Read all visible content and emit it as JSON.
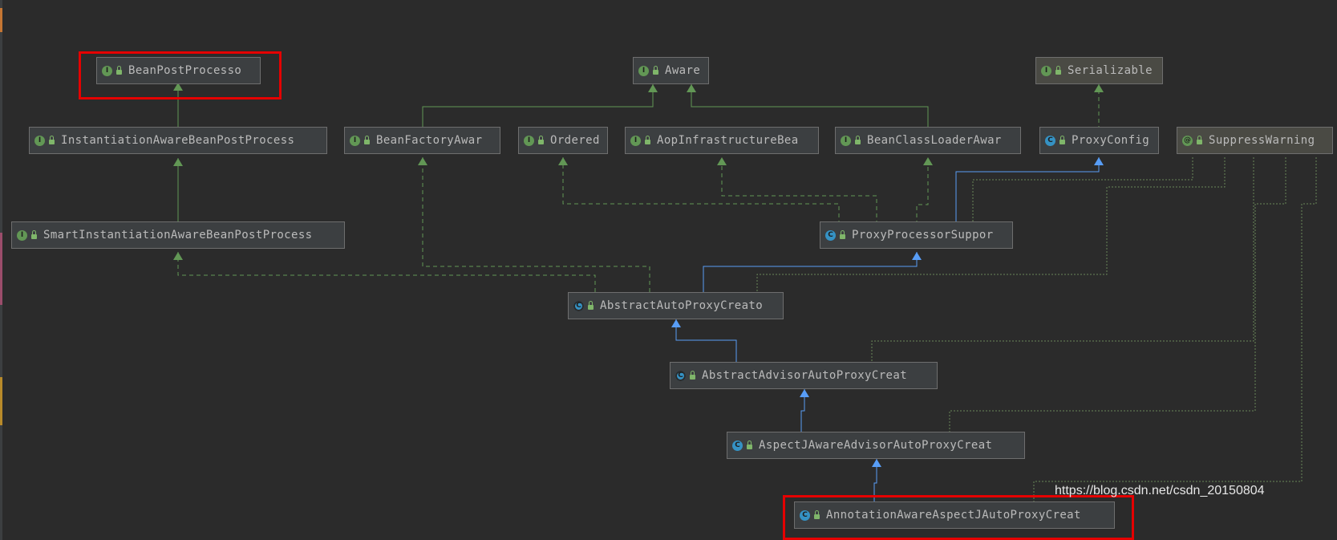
{
  "nodes": {
    "bean_post_processor": {
      "label": "BeanPostProcesso",
      "kind": "I"
    },
    "aware": {
      "label": "Aware",
      "kind": "I"
    },
    "serializable": {
      "label": "Serializable",
      "kind": "I"
    },
    "instantiation_aware": {
      "label": "InstantiationAwareBeanPostProcess",
      "kind": "I"
    },
    "bean_factory_aware": {
      "label": "BeanFactoryAwar",
      "kind": "I"
    },
    "ordered": {
      "label": "Ordered",
      "kind": "I"
    },
    "aop_infrastructure": {
      "label": "AopInfrastructureBea",
      "kind": "I"
    },
    "bean_class_loader_aware": {
      "label": "BeanClassLoaderAwar",
      "kind": "I"
    },
    "proxy_config": {
      "label": "ProxyConfig",
      "kind": "C"
    },
    "suppress_warnings": {
      "label": "SuppressWarning",
      "kind": "@"
    },
    "smart_instantiation_aware": {
      "label": "SmartInstantiationAwareBeanPostProcess",
      "kind": "I"
    },
    "proxy_processor_support": {
      "label": "ProxyProcessorSuppor",
      "kind": "C"
    },
    "abstract_auto_proxy_creator": {
      "label": "AbstractAutoProxyCreato",
      "kind": "C"
    },
    "abstract_advisor_auto_proxy_creator": {
      "label": "AbstractAdvisorAutoProxyCreat",
      "kind": "C"
    },
    "aspectj_aware_advisor_auto_proxy_creator": {
      "label": "AspectJAwareAdvisorAutoProxyCreat",
      "kind": "C"
    },
    "annotation_aware_aspectj_auto_proxy_creator": {
      "label": "AnnotationAwareAspectJAutoProxyCreat",
      "kind": "C"
    }
  },
  "watermark": "https://blog.csdn.net/csdn_20150804",
  "colors": {
    "background": "#2b2b2b",
    "node_fill": "#3c3f41",
    "extends_arrow": "#589df6",
    "implements_arrow": "#629755",
    "annotation_link": "#6a8759",
    "highlight": "#e50000"
  }
}
